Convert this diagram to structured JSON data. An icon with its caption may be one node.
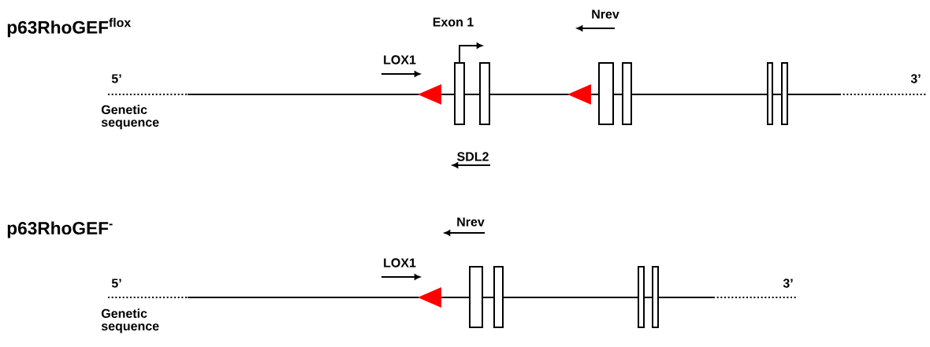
{
  "diagram": {
    "labels": [
      "p63RhoGEF$^{flox}$",
      "Exon 1",
      "Nrev",
      "LOX1",
      "5’",
      "3’",
      "Genetic sequence",
      "SDL2",
      "p63RhoGEF$^{-}$",
      "Nrev",
      "LOX1",
      "5’",
      "3’",
      "Genetic sequence"
    ]
  }
}
